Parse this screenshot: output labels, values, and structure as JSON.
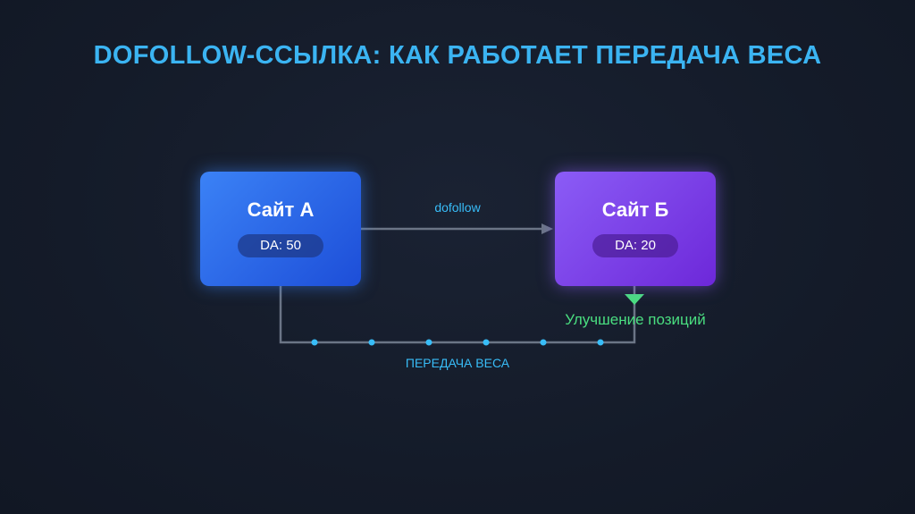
{
  "title": "DOFOLLOW-ССЫЛКА: КАК РАБОТАЕТ ПЕРЕДАЧА ВЕСА",
  "site_a": {
    "name": "Сайт А",
    "da": "DA: 50"
  },
  "site_b": {
    "name": "Сайт Б",
    "da": "DA: 20"
  },
  "link_label": "dofollow",
  "flow_label": "ПЕРЕДАЧА ВЕСА",
  "result_label": "Улучшение позиций",
  "colors": {
    "title": "#3bb4f2",
    "site_a": "#3b82f6",
    "site_b": "#8b5cf6",
    "result": "#4ade80",
    "dots": "#38bdf8"
  }
}
